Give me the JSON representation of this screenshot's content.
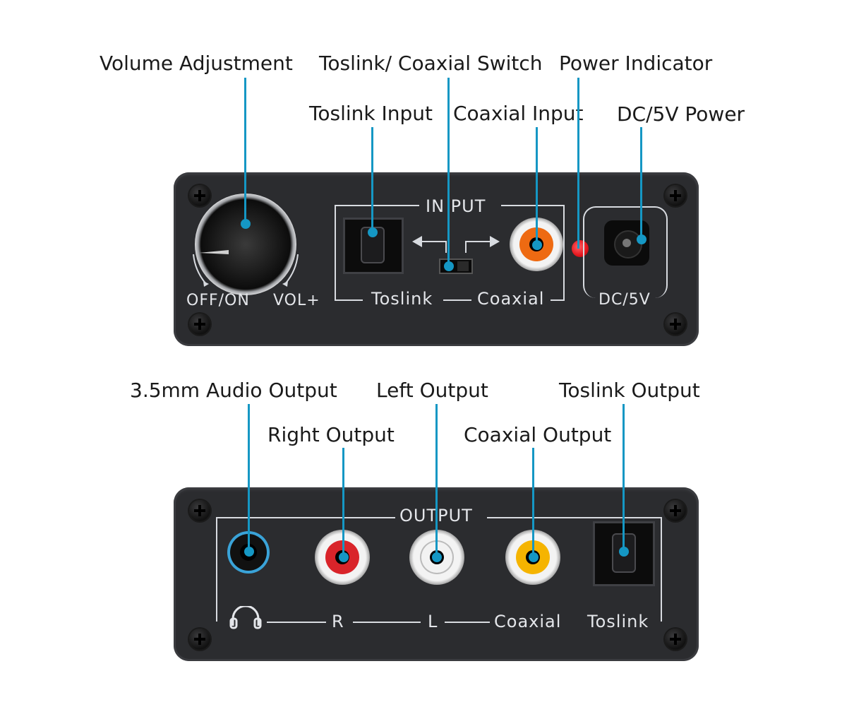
{
  "callouts": {
    "volume": "Volume Adjustment",
    "switch": "Toslink/ Coaxial Switch",
    "power_indicator": "Power Indicator",
    "toslink_input": "Toslink Input",
    "coaxial_input": "Coaxial Input",
    "dc_power": "DC/5V Power",
    "audio_35": "3.5mm Audio Output",
    "left_output": "Left Output",
    "toslink_output": "Toslink Output",
    "right_output": "Right Output",
    "coaxial_output": "Coaxial Output"
  },
  "front_panel": {
    "input_label": "IN PUT",
    "toslink": "Toslink",
    "coaxial": "Coaxial",
    "off_on": "OFF/ON",
    "vol": "VOL+",
    "dc": "DC/5V"
  },
  "back_panel": {
    "output_label": "OUTPUT",
    "r": "R",
    "l": "L",
    "coaxial": "Coaxial",
    "toslink": "Toslink"
  },
  "colors": {
    "leader": "#1597c4",
    "panel": "#2b2c2f",
    "coax_input": "#ee6a12",
    "right_jack": "#d9242a",
    "left_jack": "#f2f2f2",
    "coax_output": "#f5b400",
    "headphone_ring": "#3aa3d8",
    "led": "#e3141b"
  }
}
